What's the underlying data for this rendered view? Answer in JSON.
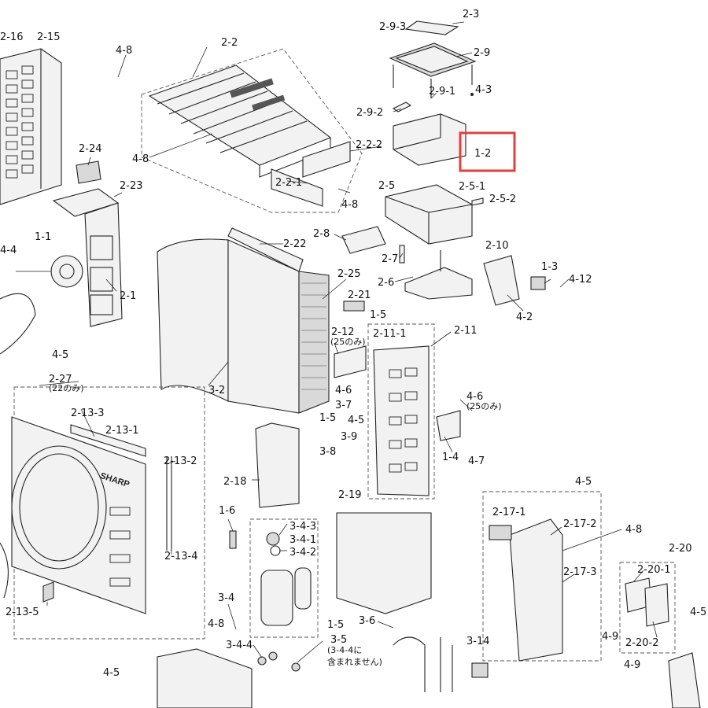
{
  "highlight": {
    "label": "1-2",
    "color": "#e0403f"
  },
  "brand": "SHARP",
  "labels": {
    "l_2_3": "2-3",
    "l_2_9_3": "2-9-3",
    "l_2_9": "2-9",
    "l_2_9_1": "2-9-1",
    "l_4_3": "4-3",
    "l_2_9_2": "2-9-2",
    "l_1_2": "1-2",
    "l_2_16": "2-16",
    "l_2_15": "2-15",
    "l_4_8a": "4-8",
    "l_2_2": "2-2",
    "l_2_2_2": "2-2-2",
    "l_4_8b": "4-8",
    "l_2_2_1": "2-2-1",
    "l_4_8c": "4-8",
    "l_2_24": "2-24",
    "l_2_23": "2-23",
    "l_2_5": "2-5",
    "l_2_5_1": "2-5-1",
    "l_2_5_2": "2-5-2",
    "l_1_1": "1-1",
    "l_4_4": "4-4",
    "l_2_22": "2-22",
    "l_2_8": "2-8",
    "l_2_10": "2-10",
    "l_2_7": "2-7",
    "l_1_3": "1-3",
    "l_2_6": "2-6",
    "l_4_12": "4-12",
    "l_2_25": "2-25",
    "l_2_1": "2-1",
    "l_2_21": "2-21",
    "l_4_2": "4-2",
    "l_1_5a": "1-5",
    "l_4_5a": "4-5",
    "l_2_12": "2-12",
    "l_2_12_note": "(25のみ)",
    "l_2_11_1": "2-11-1",
    "l_2_11": "2-11",
    "l_3_2": "3-2",
    "l_2_27": "2-27",
    "l_2_27_note": "(22のみ)",
    "l_4_6a": "4-6",
    "l_4_6b": "4-6",
    "l_4_6b_note": "(25のみ)",
    "l_3_7": "3-7",
    "l_1_5b": "1-5",
    "l_4_5b": "4-5",
    "l_2_13_3": "2-13-3",
    "l_2_13_1": "2-13-1",
    "l_3_9": "3-9",
    "l_3_8": "3-8",
    "l_1_4": "1-4",
    "l_4_7": "4-7",
    "l_2_13_2": "2-13-2",
    "l_2_18": "2-18",
    "l_2_19": "2-19",
    "l_4_5c": "4-5",
    "l_1_6": "1-6",
    "l_3_4_3": "3-4-3",
    "l_3_4_1": "3-4-1",
    "l_3_4_2": "3-4-2",
    "l_2_17_1": "2-17-1",
    "l_2_17_2": "2-17-2",
    "l_4_8d": "4-8",
    "l_2_13_4": "2-13-4",
    "l_2_20": "2-20",
    "l_2_20_1": "2-20-1",
    "l_2_17_3": "2-17-3",
    "l_2_13_5": "2-13-5",
    "l_3_4": "3-4",
    "l_4_8e": "4-8",
    "l_3_6": "3-6",
    "l_1_5c": "1-5",
    "l_3_5": "3-5",
    "l_3_5_note1": "(3-4-4に",
    "l_3_5_note2": "含まれません)",
    "l_3_4_4": "3-4-4",
    "l_3_14": "3-14",
    "l_4_9a": "4-9",
    "l_2_20_2": "2-20-2",
    "l_4_5d": "4-5",
    "l_4_9b": "4-9",
    "l_4_5e": "4-5"
  }
}
